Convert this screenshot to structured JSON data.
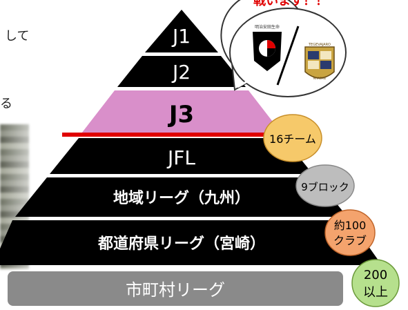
{
  "left_fragments": {
    "line1": "して",
    "line2": "る"
  },
  "speech": {
    "header_text": "戦います！！"
  },
  "pyramid": {
    "levels": [
      {
        "label": "J1"
      },
      {
        "label": "J2"
      },
      {
        "label": "J3"
      },
      {
        "label": "JFL"
      },
      {
        "label": "地域リーグ（九州）"
      },
      {
        "label": "都道府県リーグ（宮崎）"
      },
      {
        "label": "市町村リーグ"
      }
    ]
  },
  "badges": {
    "teams16": "16チーム",
    "blocks9": "9ブロック",
    "clubs100_line1": "約100",
    "clubs100_line2": "クラブ",
    "over200_line1": "200",
    "over200_line2": "以上"
  },
  "logos": {
    "jleague_tag": "明治安田生命",
    "club_tag": "TEGEVAJARO",
    "club_tag2": "MIYAZAKI"
  },
  "colors": {
    "black": "#000000",
    "j3_fill": "#d98fca",
    "red_line": "#e00000",
    "gray_base": "#8a8a8a",
    "badge_yellow": "#f6c96a",
    "badge_gray": "#bdbdbd",
    "badge_orange": "#f4a36d",
    "badge_green": "#b6e08d",
    "header_red": "#e00000"
  }
}
